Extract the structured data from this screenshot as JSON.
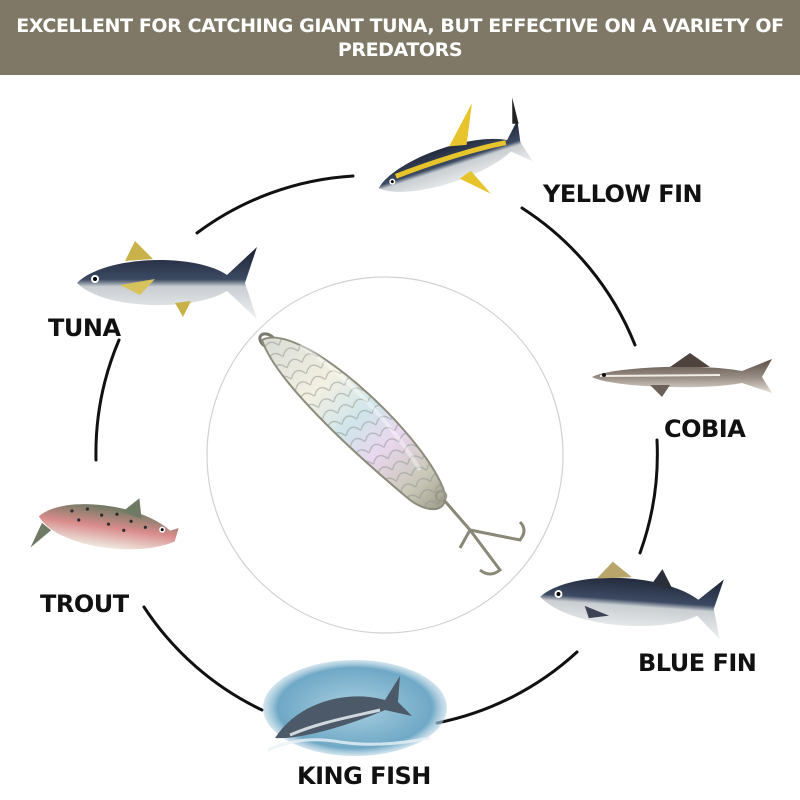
{
  "header": {
    "title": "EXCELLENT FOR CATCHING GIANT TUNA, BUT EFFECTIVE ON A VARIETY OF PREDATORS",
    "background_color": "#7f7867",
    "text_color": "#ffffff"
  },
  "center": {
    "product": "fishing-spoon-lure-with-treble-hook"
  },
  "fish": [
    {
      "label": "YELLOW FIN"
    },
    {
      "label": "COBIA"
    },
    {
      "label": "BLUE FIN"
    },
    {
      "label": "KING FISH"
    },
    {
      "label": "TROUT"
    },
    {
      "label": "TUNA"
    }
  ]
}
